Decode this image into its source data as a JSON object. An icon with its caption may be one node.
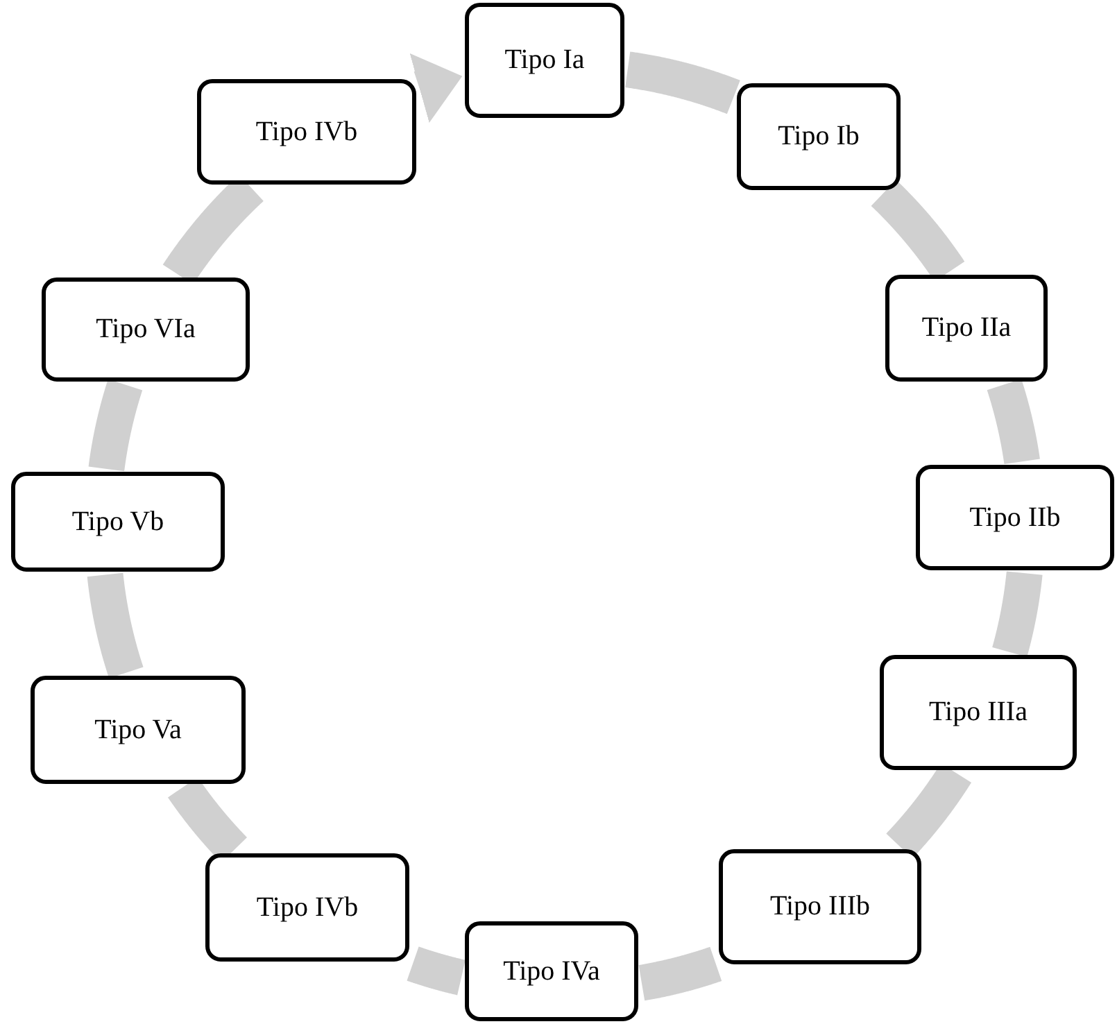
{
  "diagram": {
    "nodes": [
      {
        "text": [
          "Tipo Ia"
        ]
      },
      {
        "text": [
          "Tipo Ib"
        ]
      },
      {
        "text": [
          "Tipo IIa"
        ]
      },
      {
        "text": [
          "Tipo IIb"
        ]
      },
      {
        "text": [
          "Tipo IIIa"
        ]
      },
      {
        "text": [
          "Tipo IIIb"
        ]
      },
      {
        "text": [
          "Tipo IVa"
        ]
      },
      {
        "text": [
          "Tipo IVb"
        ]
      },
      {
        "text": [
          "Tipo Va"
        ]
      },
      {
        "text": [
          "Tipo Vb"
        ]
      },
      {
        "text": [
          "Tipo VIa"
        ]
      },
      {
        "text": [
          "Tipo IVb"
        ]
      }
    ],
    "edges": [
      {
        "from": 0,
        "to": 1,
        "arrow": "none"
      },
      {
        "from": 1,
        "to": 2,
        "arrow": "none"
      },
      {
        "from": 2,
        "to": 3,
        "arrow": "none"
      },
      {
        "from": 3,
        "to": 4,
        "arrow": "none"
      },
      {
        "from": 4,
        "to": 5,
        "arrow": "none"
      },
      {
        "from": 5,
        "to": 6,
        "arrow": "none"
      },
      {
        "from": 6,
        "to": 7,
        "arrow": "none"
      },
      {
        "from": 7,
        "to": 8,
        "arrow": "none"
      },
      {
        "from": 8,
        "to": 9,
        "arrow": "none"
      },
      {
        "from": 9,
        "to": 10,
        "arrow": "none"
      },
      {
        "from": 10,
        "to": 11,
        "arrow": "none"
      },
      {
        "from": 11,
        "to": 0,
        "arrow": "to"
      }
    ]
  }
}
